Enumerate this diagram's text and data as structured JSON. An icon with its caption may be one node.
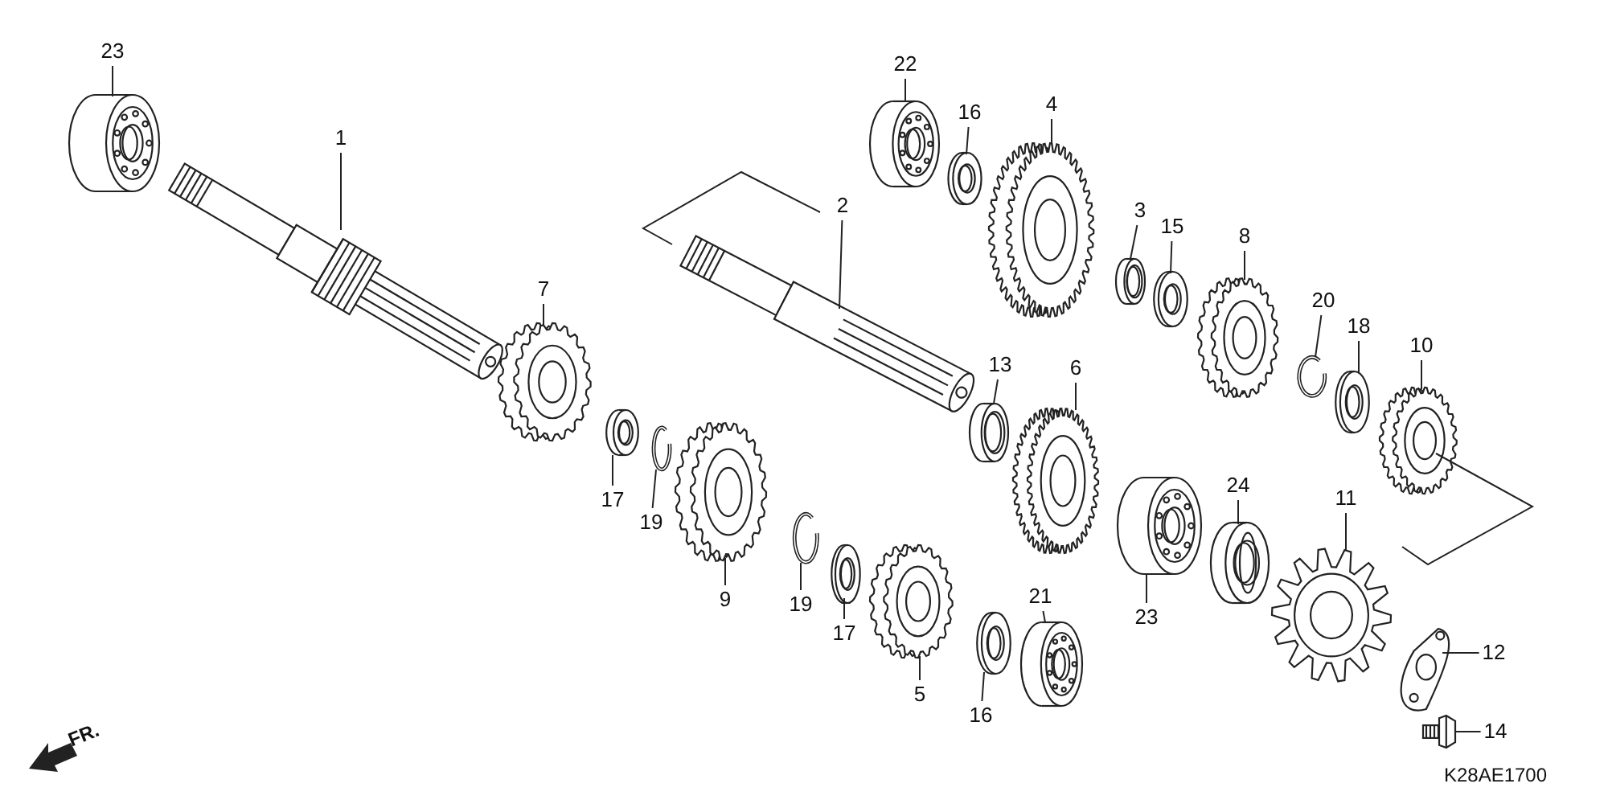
{
  "diagram": {
    "nodes": [
      {
        "text": [
          "23"
        ]
      },
      {
        "text": [],
        "shape": "picture"
      },
      {
        "text": [
          "1"
        ]
      },
      {
        "text": [],
        "shape": "picture"
      },
      {
        "text": [
          "7"
        ]
      },
      {
        "text": [],
        "shape": "picture"
      },
      {
        "text": [
          "22"
        ]
      },
      {
        "text": [],
        "shape": "picture"
      },
      {
        "text": [
          "16"
        ]
      },
      {
        "text": [],
        "shape": "picture"
      },
      {
        "text": [
          "4"
        ]
      },
      {
        "text": [],
        "shape": "picture"
      },
      {
        "text": [
          "3"
        ]
      },
      {
        "text": [],
        "shape": "picture"
      },
      {
        "text": [
          "15"
        ]
      },
      {
        "text": [],
        "shape": "picture"
      },
      {
        "text": [
          "8"
        ]
      },
      {
        "text": [],
        "shape": "picture"
      },
      {
        "text": [
          "2"
        ]
      },
      {
        "text": [],
        "shape": "picture"
      },
      {
        "text": [
          "20"
        ]
      },
      {
        "text": [],
        "shape": "picture"
      },
      {
        "text": [
          "18"
        ]
      },
      {
        "text": [],
        "shape": "picture"
      },
      {
        "text": [
          "10"
        ]
      },
      {
        "text": [],
        "shape": "picture"
      },
      {
        "text": [
          "13"
        ]
      },
      {
        "text": [],
        "shape": "picture"
      },
      {
        "text": [
          "6"
        ]
      },
      {
        "text": [],
        "shape": "picture"
      },
      {
        "text": [
          "17"
        ]
      },
      {
        "text": [],
        "shape": "picture"
      },
      {
        "text": [
          "19"
        ]
      },
      {
        "text": [],
        "shape": "picture"
      },
      {
        "text": [
          "9"
        ]
      },
      {
        "text": [],
        "shape": "picture"
      },
      {
        "text": [
          "23"
        ]
      },
      {
        "text": [],
        "shape": "picture"
      },
      {
        "text": [
          "24"
        ]
      },
      {
        "text": [],
        "shape": "picture"
      },
      {
        "text": [
          "11"
        ]
      },
      {
        "text": [],
        "shape": "picture"
      },
      {
        "text": [
          "19"
        ]
      },
      {
        "text": [],
        "shape": "picture"
      },
      {
        "text": [
          "17"
        ]
      },
      {
        "text": [],
        "shape": "picture"
      },
      {
        "text": [
          "5"
        ]
      },
      {
        "text": [],
        "shape": "picture"
      },
      {
        "text": [
          "21"
        ]
      },
      {
        "text": [],
        "shape": "picture"
      },
      {
        "text": [
          "16"
        ]
      },
      {
        "text": [],
        "shape": "picture"
      },
      {
        "text": [
          "12"
        ]
      },
      {
        "text": [],
        "shape": "picture"
      },
      {
        "text": [
          "14"
        ]
      },
      {
        "text": [],
        "shape": "picture"
      }
    ],
    "edges": [
      {
        "from": 0,
        "to": 1,
        "arrow": "none"
      },
      {
        "from": 2,
        "to": 3,
        "arrow": "none"
      },
      {
        "from": 4,
        "to": 5,
        "arrow": "none"
      },
      {
        "from": 6,
        "to": 7,
        "arrow": "none"
      },
      {
        "from": 8,
        "to": 9,
        "arrow": "none"
      },
      {
        "from": 10,
        "to": 11,
        "arrow": "none"
      },
      {
        "from": 12,
        "to": 13,
        "arrow": "none"
      },
      {
        "from": 14,
        "to": 15,
        "arrow": "none"
      },
      {
        "from": 16,
        "to": 17,
        "arrow": "none"
      },
      {
        "from": 18,
        "to": 19,
        "arrow": "none"
      },
      {
        "from": 20,
        "to": 21,
        "arrow": "none"
      },
      {
        "from": 22,
        "to": 23,
        "arrow": "none"
      },
      {
        "from": 24,
        "to": 25,
        "arrow": "none"
      },
      {
        "from": 26,
        "to": 27,
        "arrow": "none"
      },
      {
        "from": 28,
        "to": 29,
        "arrow": "none"
      },
      {
        "from": 30,
        "to": 31,
        "arrow": "none"
      },
      {
        "from": 32,
        "to": 33,
        "arrow": "none"
      },
      {
        "from": 34,
        "to": 35,
        "arrow": "none"
      },
      {
        "from": 36,
        "to": 37,
        "arrow": "none"
      },
      {
        "from": 38,
        "to": 39,
        "arrow": "none"
      },
      {
        "from": 40,
        "to": 41,
        "arrow": "none"
      },
      {
        "from": 42,
        "to": 43,
        "arrow": "none"
      },
      {
        "from": 44,
        "to": 45,
        "arrow": "none"
      },
      {
        "from": 46,
        "to": 47,
        "arrow": "none"
      },
      {
        "from": 48,
        "to": 49,
        "arrow": "none"
      },
      {
        "from": 50,
        "to": 51,
        "arrow": "none"
      },
      {
        "from": 52,
        "to": 53,
        "arrow": "none"
      },
      {
        "from": 54,
        "to": 55,
        "arrow": "none"
      }
    ],
    "labels": [
      "FR.",
      "K28AE1700"
    ]
  }
}
